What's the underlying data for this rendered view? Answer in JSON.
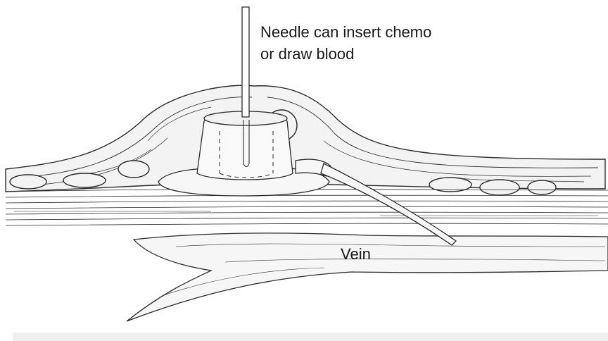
{
  "labels": {
    "needle_line1": "Needle can insert chemo",
    "needle_line2": "or draw blood",
    "vein": "Vein"
  },
  "colors": {
    "ink": "#2b2b2b",
    "tissue_fill": "#f3f3f3",
    "port_fill": "#f7f7f7",
    "footer_bar": "#efefef"
  }
}
